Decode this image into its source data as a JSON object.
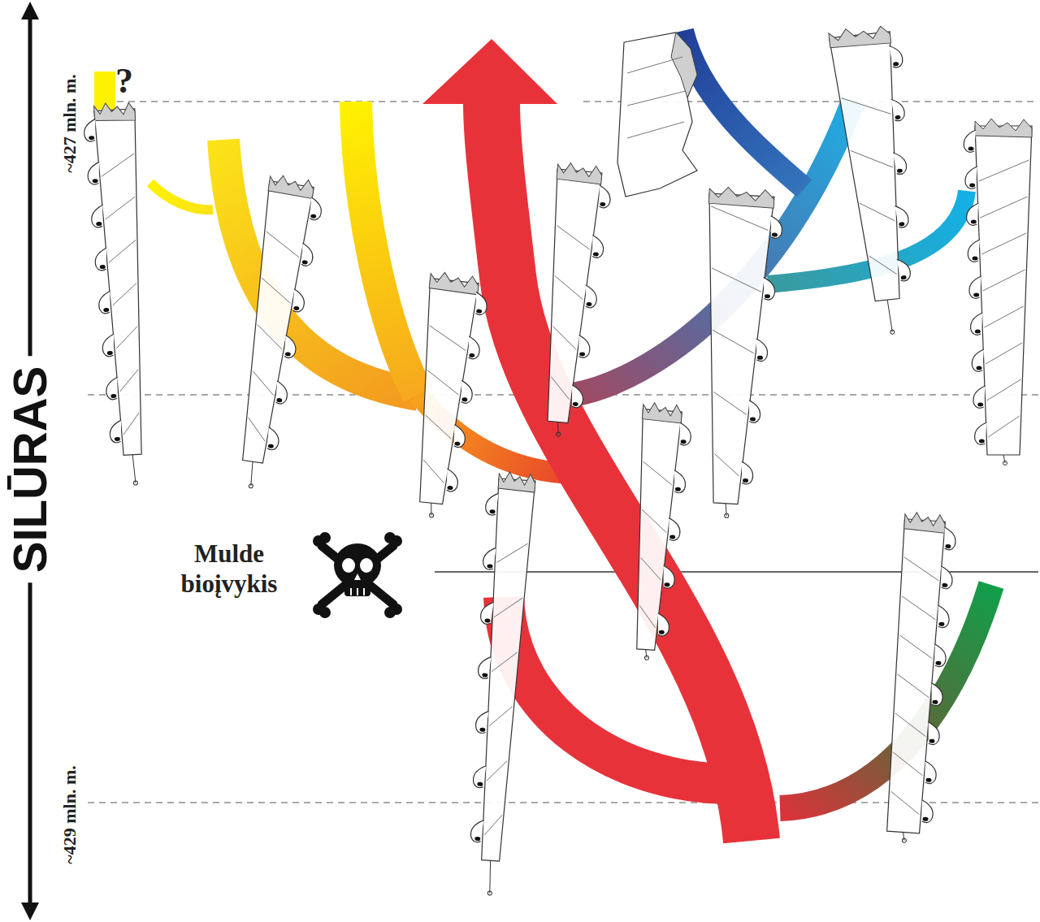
{
  "diagram": {
    "labels": [
      "?",
      "~427 mln. m.",
      "SILŪRAS",
      "Mulde bioįvykis",
      "~429 mln. m."
    ]
  }
}
